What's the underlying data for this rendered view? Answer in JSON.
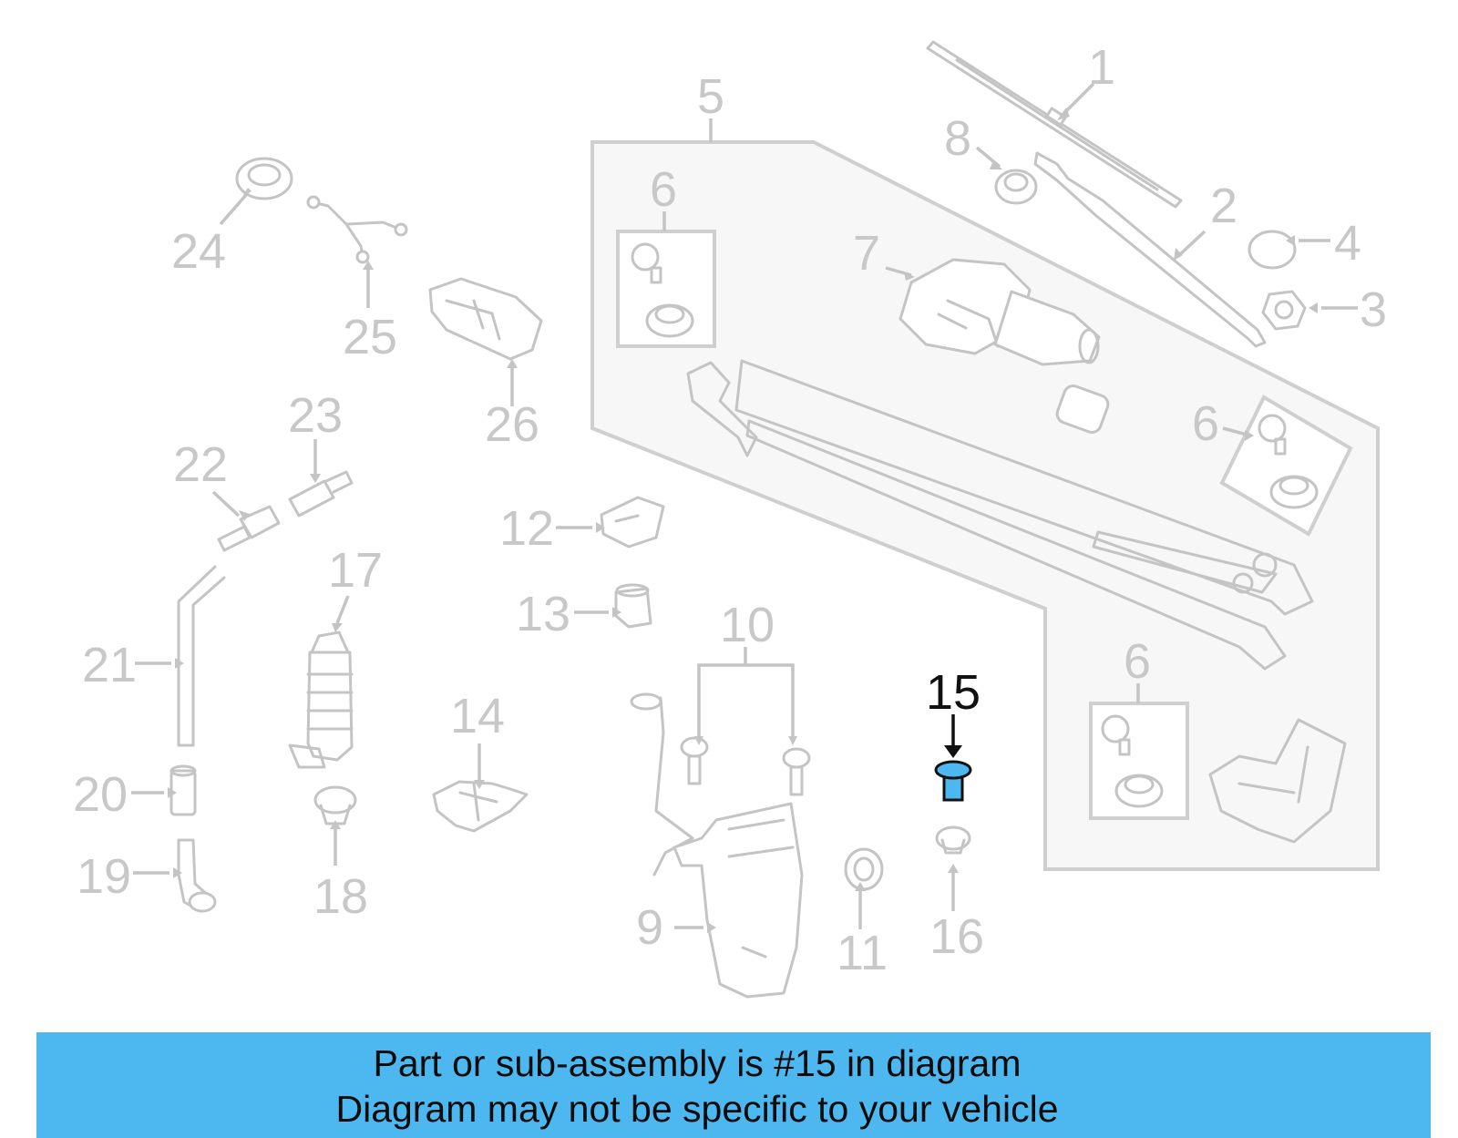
{
  "diagram": {
    "highlight_color": "#4db8f0",
    "label_color": "#c8c8c8",
    "highlight_label_color": "#111111",
    "labels": {
      "p1": "1",
      "p2": "2",
      "p3": "3",
      "p4": "4",
      "p5": "5",
      "p6a": "6",
      "p6b": "6",
      "p6c": "6",
      "p7": "7",
      "p8": "8",
      "p9": "9",
      "p10": "10",
      "p11": "11",
      "p12": "12",
      "p13": "13",
      "p14": "14",
      "p15": "15",
      "p16": "16",
      "p17": "17",
      "p18": "18",
      "p19": "19",
      "p20": "20",
      "p21": "21",
      "p22": "22",
      "p23": "23",
      "p24": "24",
      "p25": "25",
      "p26": "26"
    }
  },
  "banner": {
    "background": "#4db8f0",
    "line1": "Part or sub-assembly is #15 in diagram",
    "line2": "Diagram may not be specific to your vehicle"
  }
}
